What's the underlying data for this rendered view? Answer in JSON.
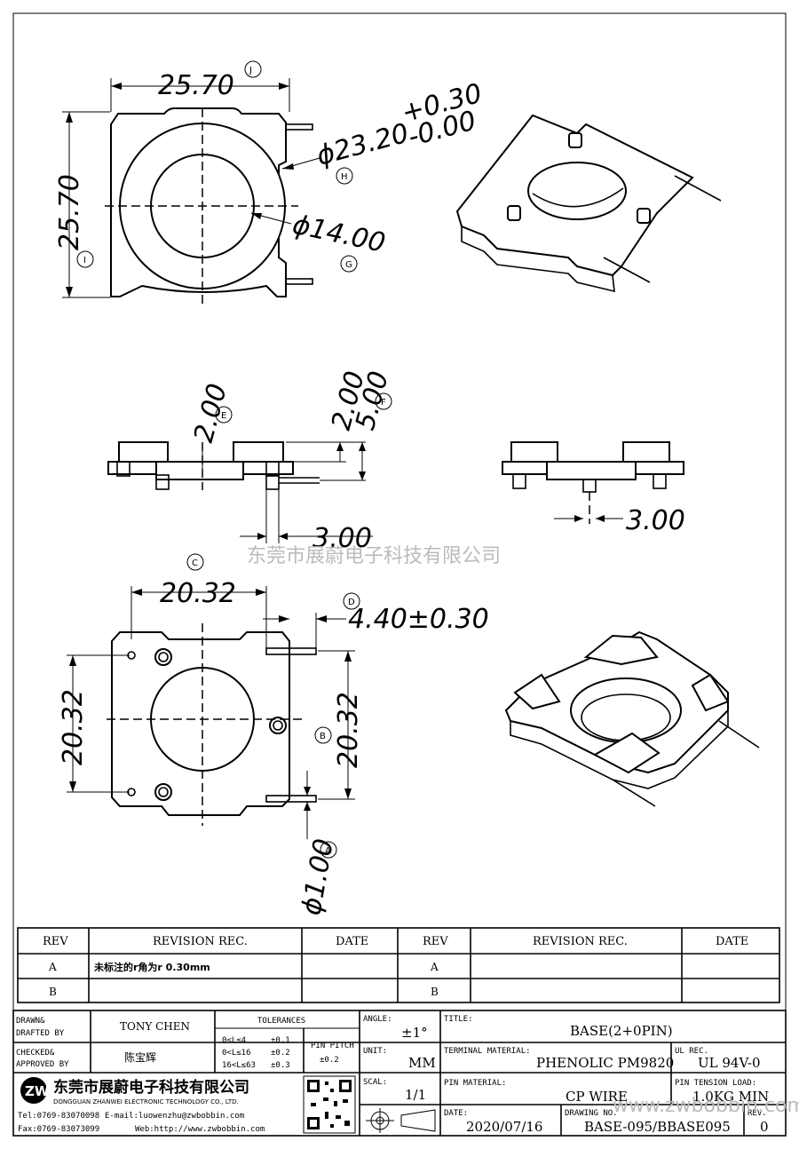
{
  "drawing": {
    "top_view": {
      "width_dim": "25.70",
      "width_tag": "J",
      "height_dim": "25.70",
      "height_tag": "I",
      "outer_dia_dim": "ϕ23.20",
      "outer_dia_tol_plus": "+0.30",
      "outer_dia_tol_minus": "-0.00",
      "outer_dia_tag": "H",
      "inner_dia_dim": "ϕ14.00",
      "inner_dia_tag": "G"
    },
    "side_view": {
      "dim_a": "2.00",
      "dim_a_tag": "E",
      "dim_b": "2.00",
      "dim_c": "5.00",
      "dim_c_tag": "F",
      "dim_pin": "3.00"
    },
    "end_view": {
      "dim_pin": "3.00"
    },
    "bottom_view": {
      "view_tag": "C",
      "width_dim": "20.32",
      "pin_len_dim": "4.40±0.30",
      "pin_len_tag": "D",
      "height_dim_left": "20.32",
      "height_dim_right": "20.32",
      "height_tag": "B",
      "pin_dia_dim": "ϕ1.00",
      "pin_dia_tag": "A"
    }
  },
  "watermark": "东莞市展蔚电子科技有限公司",
  "watermark2": "www.zwbobbin.com",
  "revision": {
    "headers": [
      "REV",
      "REVISION REC.",
      "DATE",
      "REV",
      "REVISION REC.",
      "DATE"
    ],
    "rows": [
      [
        "A",
        "未标注的r角为r 0.30mm",
        "",
        "A",
        "",
        ""
      ],
      [
        "B",
        "",
        "",
        "B",
        "",
        ""
      ]
    ]
  },
  "title_block": {
    "drawn_label": "DRAWN&\nDRAFTED BY",
    "drawn_by": "TONY CHEN",
    "checked_label": "CHECKED&\nAPPROVED BY",
    "checked_by": "陈宝辉",
    "tolerances_label": "TOLERANCES",
    "tol_rows": [
      [
        "0<L≤4",
        "±0.1"
      ],
      [
        "0<L≤16",
        "±0.2"
      ],
      [
        "16<L≤63",
        "±0.3"
      ]
    ],
    "pin_pitch_label": "PIN PITCH",
    "pin_pitch_value": "±0.2",
    "angle_label": "ANGLE:",
    "angle_value": "±1°",
    "unit_label": "UNIT:",
    "unit_value": "MM",
    "scale_label": "SCAL:",
    "scale_value": "1/1",
    "title_label": "TITLE:",
    "title_value": "BASE(2+0PIN)",
    "terminal_label": "TERMINAL MATERIAL:",
    "terminal_value": "PHENOLIC PM9820",
    "ul_label": "UL REC.",
    "ul_value": "UL 94V-0",
    "pin_material_label": "PIN MATERIAL:",
    "pin_material_value": "CP WIRE",
    "pin_tension_label": "PIN TENSION LOAD:",
    "pin_tension_value": "1.0KG MIN",
    "date_label": "DATE:",
    "date_value": "2020/07/16",
    "drawing_no_label": "DRAWING NO.",
    "drawing_no_value": "BASE-095/BBASE095",
    "rev_label": "REV.",
    "rev_value": "0",
    "company_cn": "东莞市展蔚电子科技有限公司",
    "company_en": "DONGGUAN ZHANWEI ELECTRONIC TECHNOLOGY CO., LTD.",
    "tel": "Tel:0769-83070098",
    "email": "E-mail:luowenzhu@zwbobbin.com",
    "fax": "Fax:0769-83073099",
    "web": "Web:http://www.zwbobbin.com"
  }
}
